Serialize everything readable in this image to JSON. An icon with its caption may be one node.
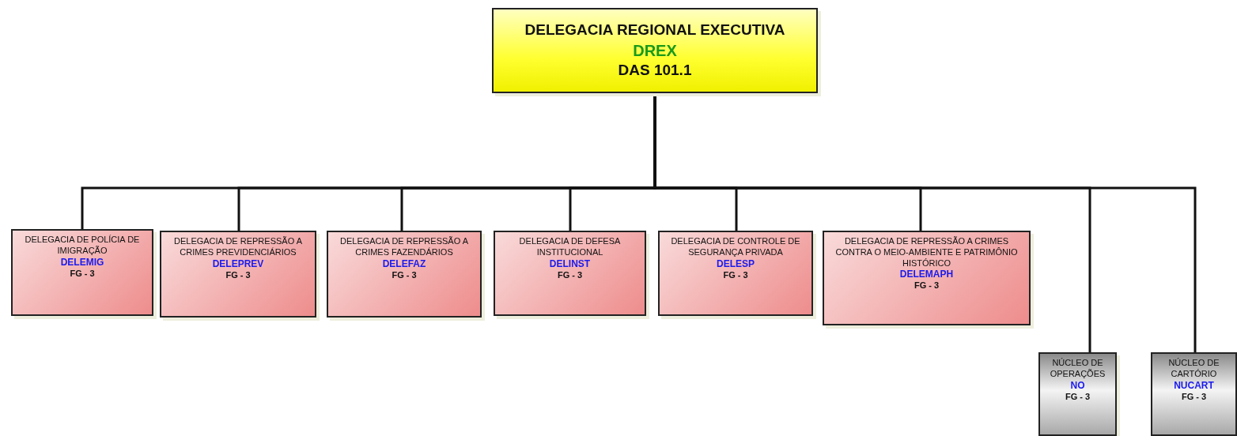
{
  "diagram": {
    "nodes": [
      {
        "text": [
          "DELEGACIA REGIONAL EXECUTIVA",
          "DREX",
          "DAS 101.1"
        ]
      },
      {
        "text": [
          "DELEGACIA DE POLÍCIA DE IMIGRAÇÃO",
          "DELEMIG",
          "FG - 3"
        ]
      },
      {
        "text": [
          "DELEGACIA DE REPRESSÃO A CRIMES PREVIDENCIÁRIOS",
          "DELEPREV",
          "FG - 3"
        ]
      },
      {
        "text": [
          "DELEGACIA DE REPRESSÃO A CRIMES FAZENDÁRIOS",
          "DELEFAZ",
          "FG - 3"
        ]
      },
      {
        "text": [
          "DELEGACIA DE DEFESA INSTITUCIONAL",
          "DELINST",
          "FG - 3"
        ]
      },
      {
        "text": [
          "DELEGACIA DE CONTROLE DE SEGURANÇA PRIVADA",
          "DELESP",
          "FG - 3"
        ]
      },
      {
        "text": [
          "DELEGACIA DE REPRESSÃO A CRIMES CONTRA O MEIO-AMBIENTE E PATRIMÔNIO HISTÓRICO",
          "DELEMAPH",
          "FG - 3"
        ]
      },
      {
        "text": [
          "NÚCLEO DE OPERAÇÕES",
          "NO",
          "FG - 3"
        ]
      },
      {
        "text": [
          "NÚCLEO DE CARTÓRIO",
          "NUCART",
          "FG - 3"
        ]
      }
    ],
    "edges": [
      {
        "from": 0,
        "to": 1,
        "arrow": "none"
      },
      {
        "from": 0,
        "to": 2,
        "arrow": "none"
      },
      {
        "from": 0,
        "to": 3,
        "arrow": "none"
      },
      {
        "from": 0,
        "to": 4,
        "arrow": "none"
      },
      {
        "from": 0,
        "to": 5,
        "arrow": "none"
      },
      {
        "from": 0,
        "to": 6,
        "arrow": "none"
      },
      {
        "from": 0,
        "to": 7,
        "arrow": "none"
      },
      {
        "from": 0,
        "to": 8,
        "arrow": "none"
      }
    ]
  }
}
